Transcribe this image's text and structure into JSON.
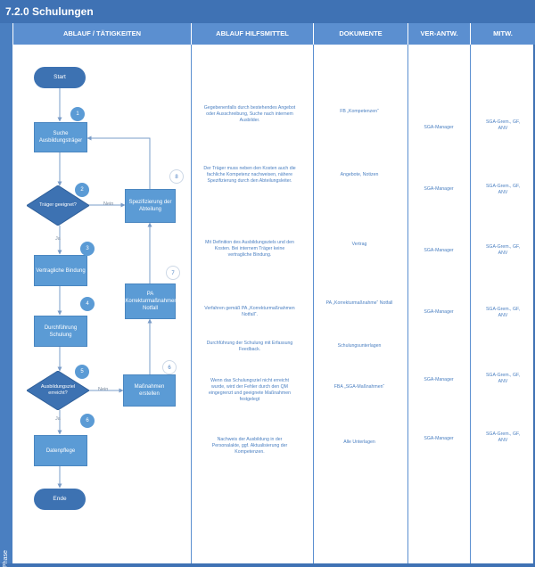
{
  "title": "7.2.0 Schulungen",
  "phase_label": "Phase",
  "headers": [
    "ABLAUF / TÄTIGKEITEN",
    "ABLAUF HILFSMITTEL",
    "DOKUMENTE",
    "VER-ANTW.",
    "MITW."
  ],
  "flow": {
    "start": "Start",
    "end": "Ende",
    "step1": "Suche Ausbildungsträger",
    "decision1": "Träger geeignet?",
    "step_spec": "Spezifizierung der Abteilung",
    "step3": "Vertragliche Bindung",
    "step_pa": "PA „Korrekturmaßnahmen Notfall",
    "step4": "Durchführung Schulung",
    "decision2": "Ausbildungsziel erreicht?",
    "step_mass": "Maßnahmen erstellen",
    "step_datenpflege": "Datenpflege",
    "yes": "Ja",
    "no": "Nein"
  },
  "badges": [
    "1",
    "2",
    "3",
    "4",
    "5",
    "6",
    "6",
    "7",
    "8"
  ],
  "hilfsmittel": [
    "Gegebenenfalls durch bestehendes Angebot oder Ausschreibung, Suche nach internem Ausbilder.",
    "Der Träger muss neben den Kosten auch die fachliche Kompetenz nachweisen, nähere Spezifizierung durch den Abteilungsleiter.",
    "Mit Definition des Ausbildungsziels und den Kosten. Bei internem Träger keine vertragliche Bindung.",
    "Verfahren gemäß PA „Korrekturmaßnahmen Notfall“.",
    "Durchführung der Schulung mit Erfassung Feedback.",
    "Wenn das Schulungsziel nicht erreicht wurde, wird der Fehler durch den QM eingegrenzt und geeignete Maßnahmen festgelegt",
    "Nachweis der Ausbildung in der Personalakte, ggf. Aktualisierung der Kompetenzen."
  ],
  "dokumente": [
    "FB „Kompetenzen“",
    "Angebote, Notizen",
    "Vertrag",
    "PA „Korrekturmaßnahme“ Notfall",
    "Schulungsunterlagen",
    "FBA „SGA-Maßnahmen“",
    "Alle Unterlagen"
  ],
  "verantw": [
    "SGA-Manager",
    "SGA-Manager",
    "SGA-Manager",
    "SGA-Manager",
    "SGA-Manager",
    "SGA-Manager"
  ],
  "mitw": [
    "SGA-Grem., GF, ANV",
    "SGA-Grem., GF, ANV",
    "SGA-Grem., GF, ANV",
    "SGA-Grem., GF, ANV",
    "SGA-Grem., GF, ANV",
    "SGA-Grem., GF, ANV"
  ],
  "colors": {
    "frame": "#3f72b4",
    "header": "#5b8fd0",
    "box": "#5b9bd5",
    "terminal": "#3d72b2",
    "decision": "#3d72b2",
    "text": "#4a7fc1"
  }
}
